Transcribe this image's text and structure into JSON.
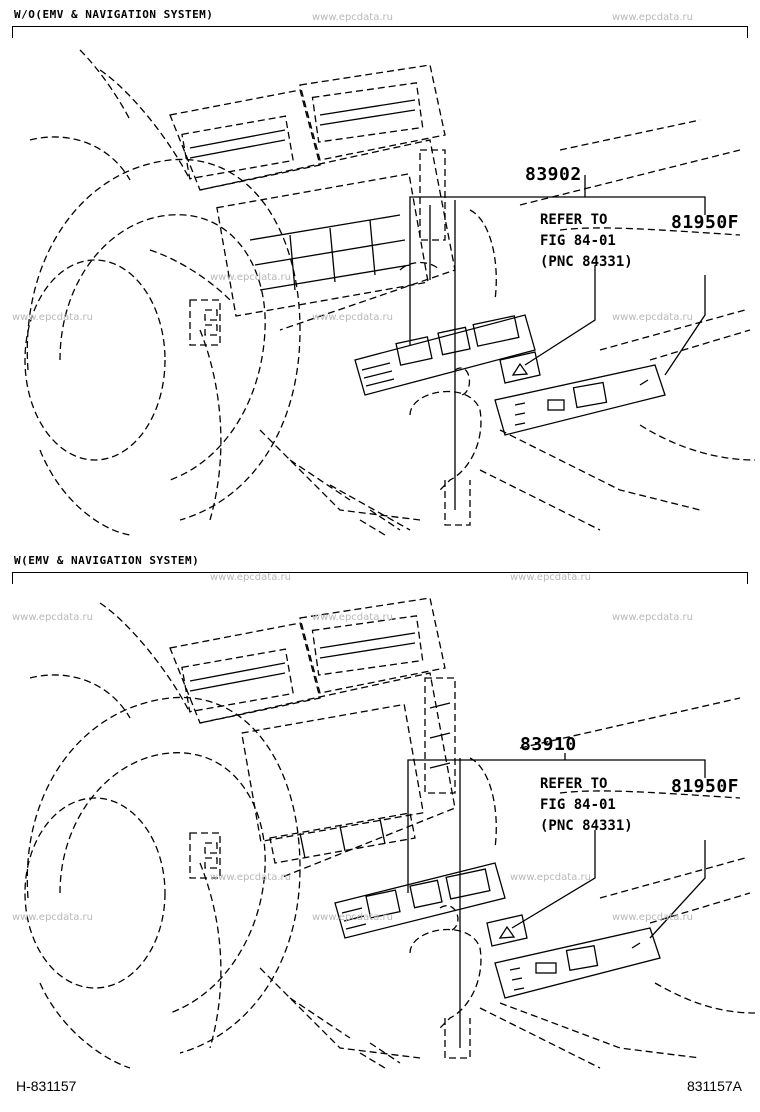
{
  "watermark_text": "www.epcdata.ru",
  "sections": [
    {
      "title": "W/O(EMV & NAVIGATION SYSTEM)",
      "main_part": "83902",
      "side_part": "81950F",
      "refer_lines": [
        "REFER TO",
        "FIG 84-01",
        "(PNC 84331)"
      ]
    },
    {
      "title": "W(EMV & NAVIGATION SYSTEM)",
      "main_part": "83910",
      "side_part": "81950F",
      "refer_lines": [
        "REFER TO",
        "FIG 84-01",
        "(PNC 84331)"
      ]
    }
  ],
  "footer": {
    "left_code": "H-831157",
    "right_code": "831157A"
  }
}
